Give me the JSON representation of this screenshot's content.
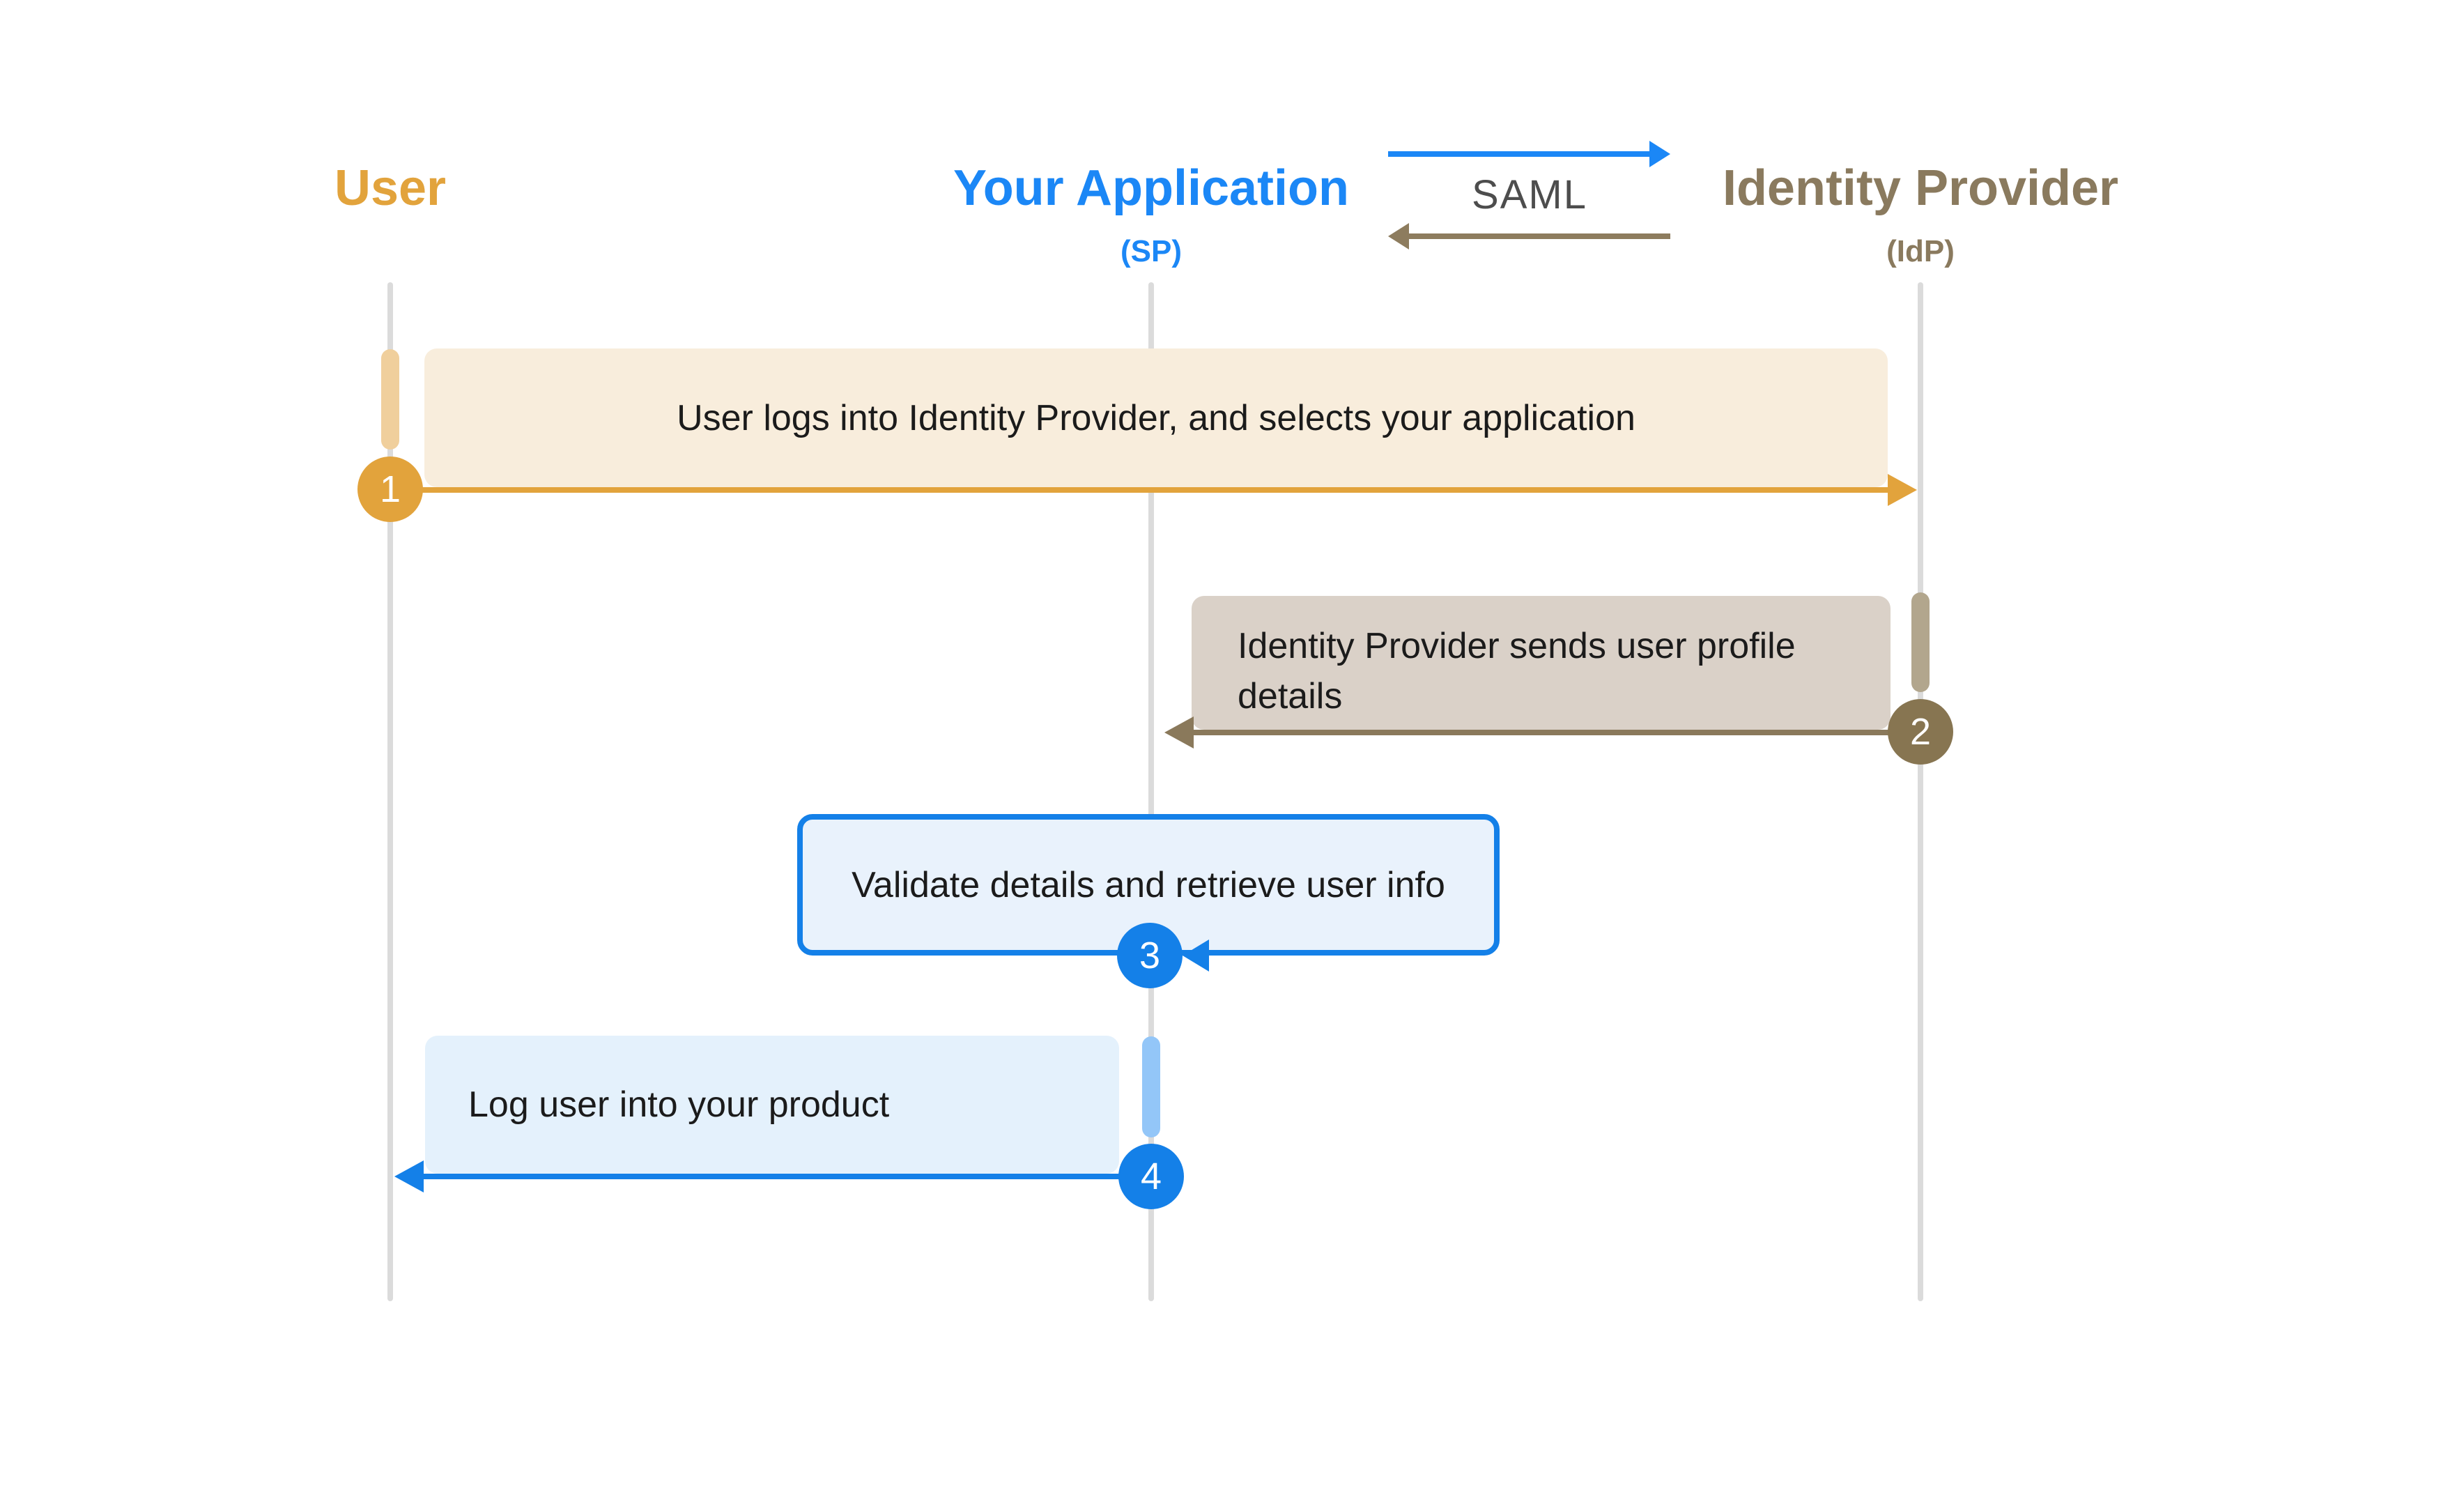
{
  "actors": [
    {
      "title": "User"
    },
    {
      "title": "Your Application",
      "subtitle": "(SP)"
    },
    {
      "title": "Identity Provider",
      "subtitle": "(IdP)"
    }
  ],
  "legend": {
    "label": "SAML"
  },
  "steps": [
    {
      "num": "1",
      "label": "User logs into Identity Provider, and selects your application",
      "from": "User",
      "to": "Identity Provider"
    },
    {
      "num": "2",
      "label": "Identity Provider sends user profile details",
      "from": "Identity Provider",
      "to": "Your Application"
    },
    {
      "num": "3",
      "label": "Validate details and retrieve user info",
      "from": "Your Application",
      "to": "Your Application"
    },
    {
      "num": "4",
      "label": "Log user into your product",
      "from": "Your Application",
      "to": "User"
    }
  ],
  "colors": {
    "user_accent": "#E2A33C",
    "user_activation_bar": "#F0CF9C",
    "user_message_box": "#F8EDDC",
    "app_title": "#1B87F6",
    "app_accent": "#1480E8",
    "app_activation_bar": "#93C6F8",
    "app_message_box": "#E4F1FC",
    "app_self_box_fill": "#E9F2FC",
    "idp_title": "#8A7A5E",
    "idp_accent": "#877551",
    "idp_activation_bar": "#B2A68D",
    "idp_message_box": "#DAD1C8",
    "legend_forward": "#1B87F6",
    "legend_return": "#8D7C5E",
    "legend_text": "#4D4D4D",
    "lifeline": "#DBDBDB",
    "message_text": "#1B1B1B"
  }
}
